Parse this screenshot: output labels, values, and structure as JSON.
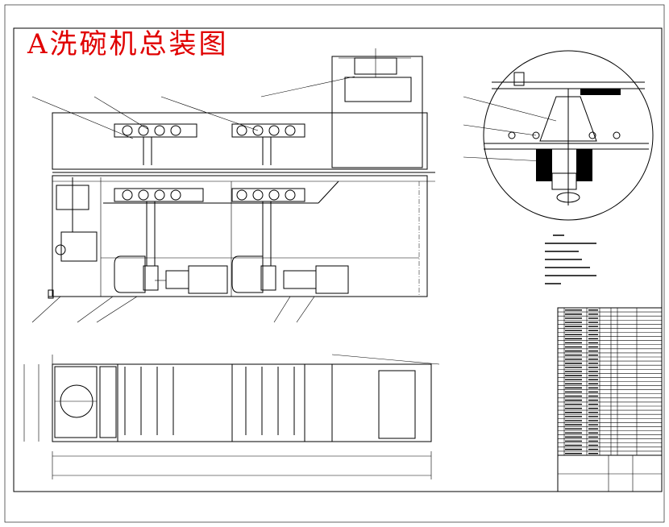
{
  "title": "A洗碗机总装图",
  "colors": {
    "title": "#e00000",
    "lines": "#000000",
    "background": "#ffffff"
  },
  "title_block": {
    "rows": 36,
    "columns": 7
  }
}
